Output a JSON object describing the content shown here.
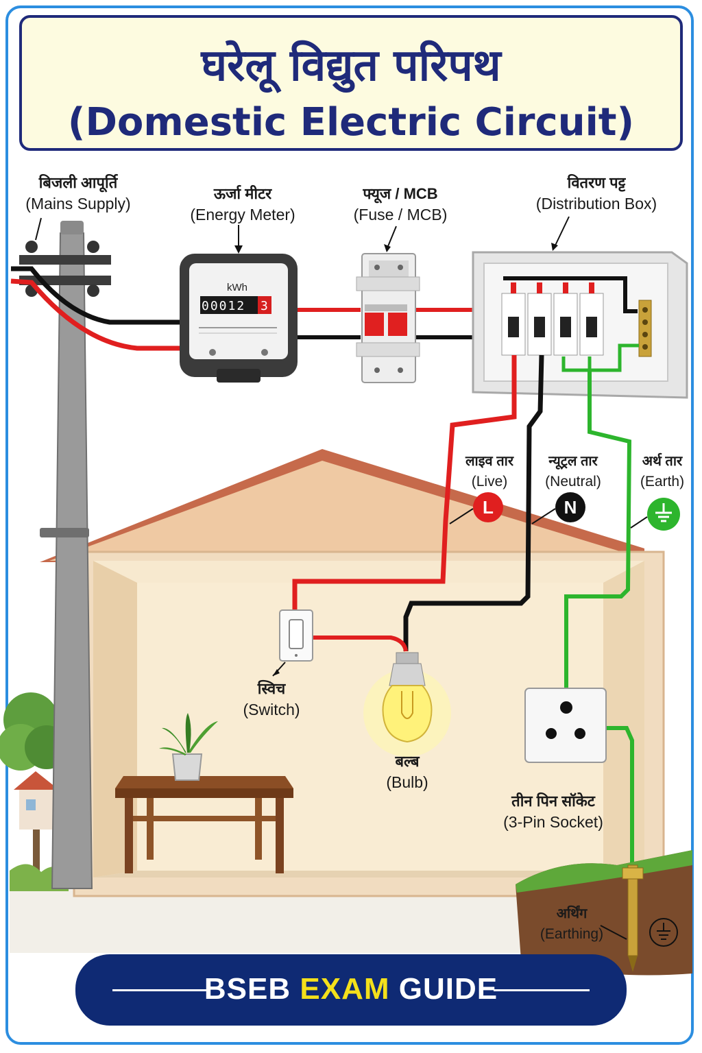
{
  "title": {
    "hindi": "घरेलू विद्युत परिपथ",
    "english": "(Domestic Electric Circuit)"
  },
  "components": {
    "mains_supply": {
      "hindi": "बिजली आपूर्ति",
      "english": "(Mains Supply)"
    },
    "energy_meter": {
      "hindi": "ऊर्जा मीटर",
      "english": "(Energy Meter)",
      "unit": "kWh",
      "reading": "00012",
      "reading_last": "3"
    },
    "fuse_mcb": {
      "hindi": "फ्यूज / MCB",
      "english": "(Fuse / MCB)"
    },
    "distribution_box": {
      "hindi": "वितरण पट्ट",
      "english": "(Distribution Box)"
    },
    "live_wire": {
      "hindi": "लाइव तार",
      "english": "(Live)",
      "badge": "L"
    },
    "neutral_wire": {
      "hindi": "न्यूट्रल तार",
      "english": "(Neutral)",
      "badge": "N"
    },
    "earth_wire": {
      "hindi": "अर्थ तार",
      "english": "(Earth)"
    },
    "switch": {
      "hindi": "स्विच",
      "english": "(Switch)"
    },
    "bulb": {
      "hindi": "बल्ब",
      "english": "(Bulb)"
    },
    "socket": {
      "hindi": "तीन पिन सॉकेट",
      "english": "(3-Pin Socket)"
    },
    "earthing": {
      "hindi": "अर्थिंग",
      "english": "(Earthing)"
    }
  },
  "colors": {
    "live": "#e01f1f",
    "neutral": "#111111",
    "earth": "#2db52d",
    "title": "#1f2a7a",
    "frame": "#2c8ee0",
    "banner": "#0f2a74",
    "accent": "#f4e01b"
  },
  "banner": {
    "part1": "BSEB",
    "part2": "EXAM",
    "part3": "GUIDE"
  }
}
